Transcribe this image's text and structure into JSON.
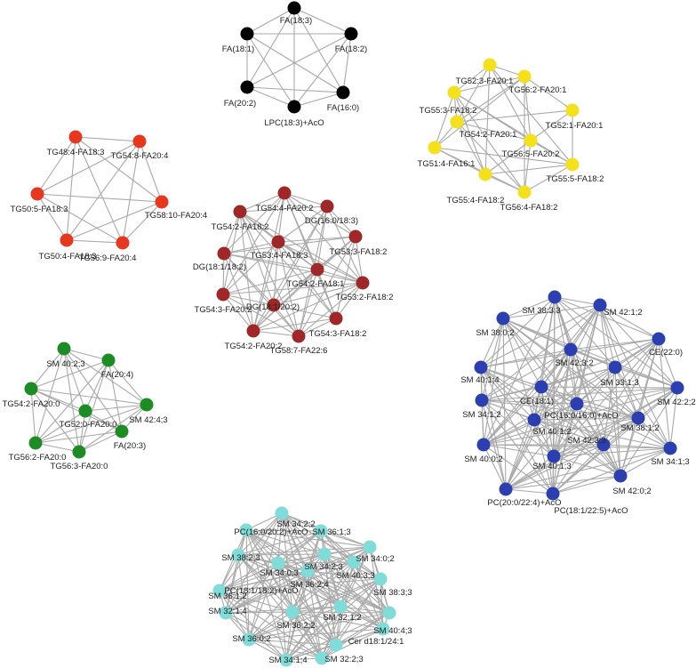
{
  "colors": {
    "black": "#000000",
    "red": "#e8371f",
    "yellow": "#f4e11c",
    "darkred": "#a02727",
    "green": "#1e8c24",
    "blue": "#2b3fb0",
    "cyan": "#80dcd8",
    "edge": "#a9a9a9"
  },
  "modules": [
    {
      "id": "black",
      "color_key": "black",
      "labels": [
        "FA(18:3)",
        "FA(18:1)",
        "FA(18:2)",
        "FA(20:2)",
        "LPC(18:3)+AcO",
        "FA(16:0)"
      ]
    },
    {
      "id": "yellow",
      "color_key": "yellow",
      "labels": [
        "TG52:3-FA20:1",
        "TG56:2-FA20:1",
        "TG55:3-FA18:2",
        "TG52:1-FA20:1",
        "TG54:2-FA20:1",
        "TG56:5-FA20:2",
        "TG51:4-FA16:1",
        "TG55:5-FA18:2",
        "TG55:4-FA18:2",
        "TG56:4-FA18:2"
      ]
    },
    {
      "id": "red",
      "color_key": "red",
      "labels": [
        "TG48:4-FA18:3",
        "TG54:8-FA20:4",
        "TG50:5-FA18:3",
        "TG58:10-FA20:4",
        "TG50:4-FA18:3",
        "TG56:9-FA20:4"
      ]
    },
    {
      "id": "darkred",
      "color_key": "darkred",
      "labels": [
        "TG54:4-FA20:2",
        "DG(16:0/18:3)",
        "TG54:2-FA18:2",
        "DG(18:1/18:2)",
        "TG53:4-FA18:3",
        "TG53:3-FA18:2",
        "TG54:2-FA18:1",
        "TG53:2-FA18:2",
        "TG54:3-FA20:2",
        "DG(18:1/20:2)",
        "TG54:3-FA18:2",
        "TG54:2-FA20:2",
        "TG58:7-FA22:6"
      ]
    },
    {
      "id": "green",
      "color_key": "green",
      "labels": [
        "SM 40:2;3",
        "FA(20:4)",
        "TG54:2-FA20:0",
        "TG52:0-FA20:0",
        "SM 42:4;3",
        "TG56:2-FA20:0",
        "FA(20:3)",
        "TG56:3-FA20:0"
      ]
    },
    {
      "id": "blue",
      "color_key": "blue",
      "labels": [
        "SM 38:3;3",
        "SM 42:1;2",
        "SM 38:0;2",
        "CE(22:0)",
        "SM 42:3;2",
        "SM 40:1;4",
        "SM 33:1;3",
        "CE(18:1)",
        "SM 42:2;2",
        "SM 34:1;2",
        "PC(16:0/16:0)+AcO",
        "SM 40:1;2",
        "SM 38:1;2",
        "SM 40:0;2",
        "SM 42:3;3",
        "SM 34:1;3",
        "SM 40:1;3",
        "SM 42:0;2",
        "PC(20:0/22:4)+AcO",
        "PC(18:1/22:5)+AcO"
      ]
    },
    {
      "id": "cyan",
      "color_key": "cyan",
      "labels": [
        "SM 34:2;2",
        "PC(16:0/20:2)+AcO",
        "SM 36:1;3",
        "SM 38:2;3",
        "SM 34:0;2",
        "SM 34:0;3",
        "SM 34:2;3",
        "SM 36:1;2",
        "SM 38:3;3",
        "SM 36:2;4",
        "SM 40:3;3",
        "PC(18:1/18:2)+AcO",
        "SM 32:1;4",
        "SM 32:1;2",
        "SM 40:4;3",
        "SM 36:2;2",
        "SM 36:0;2",
        "Cer d18:1/24:1",
        "SM 34:1;4",
        "SM 32:2;3"
      ]
    }
  ]
}
